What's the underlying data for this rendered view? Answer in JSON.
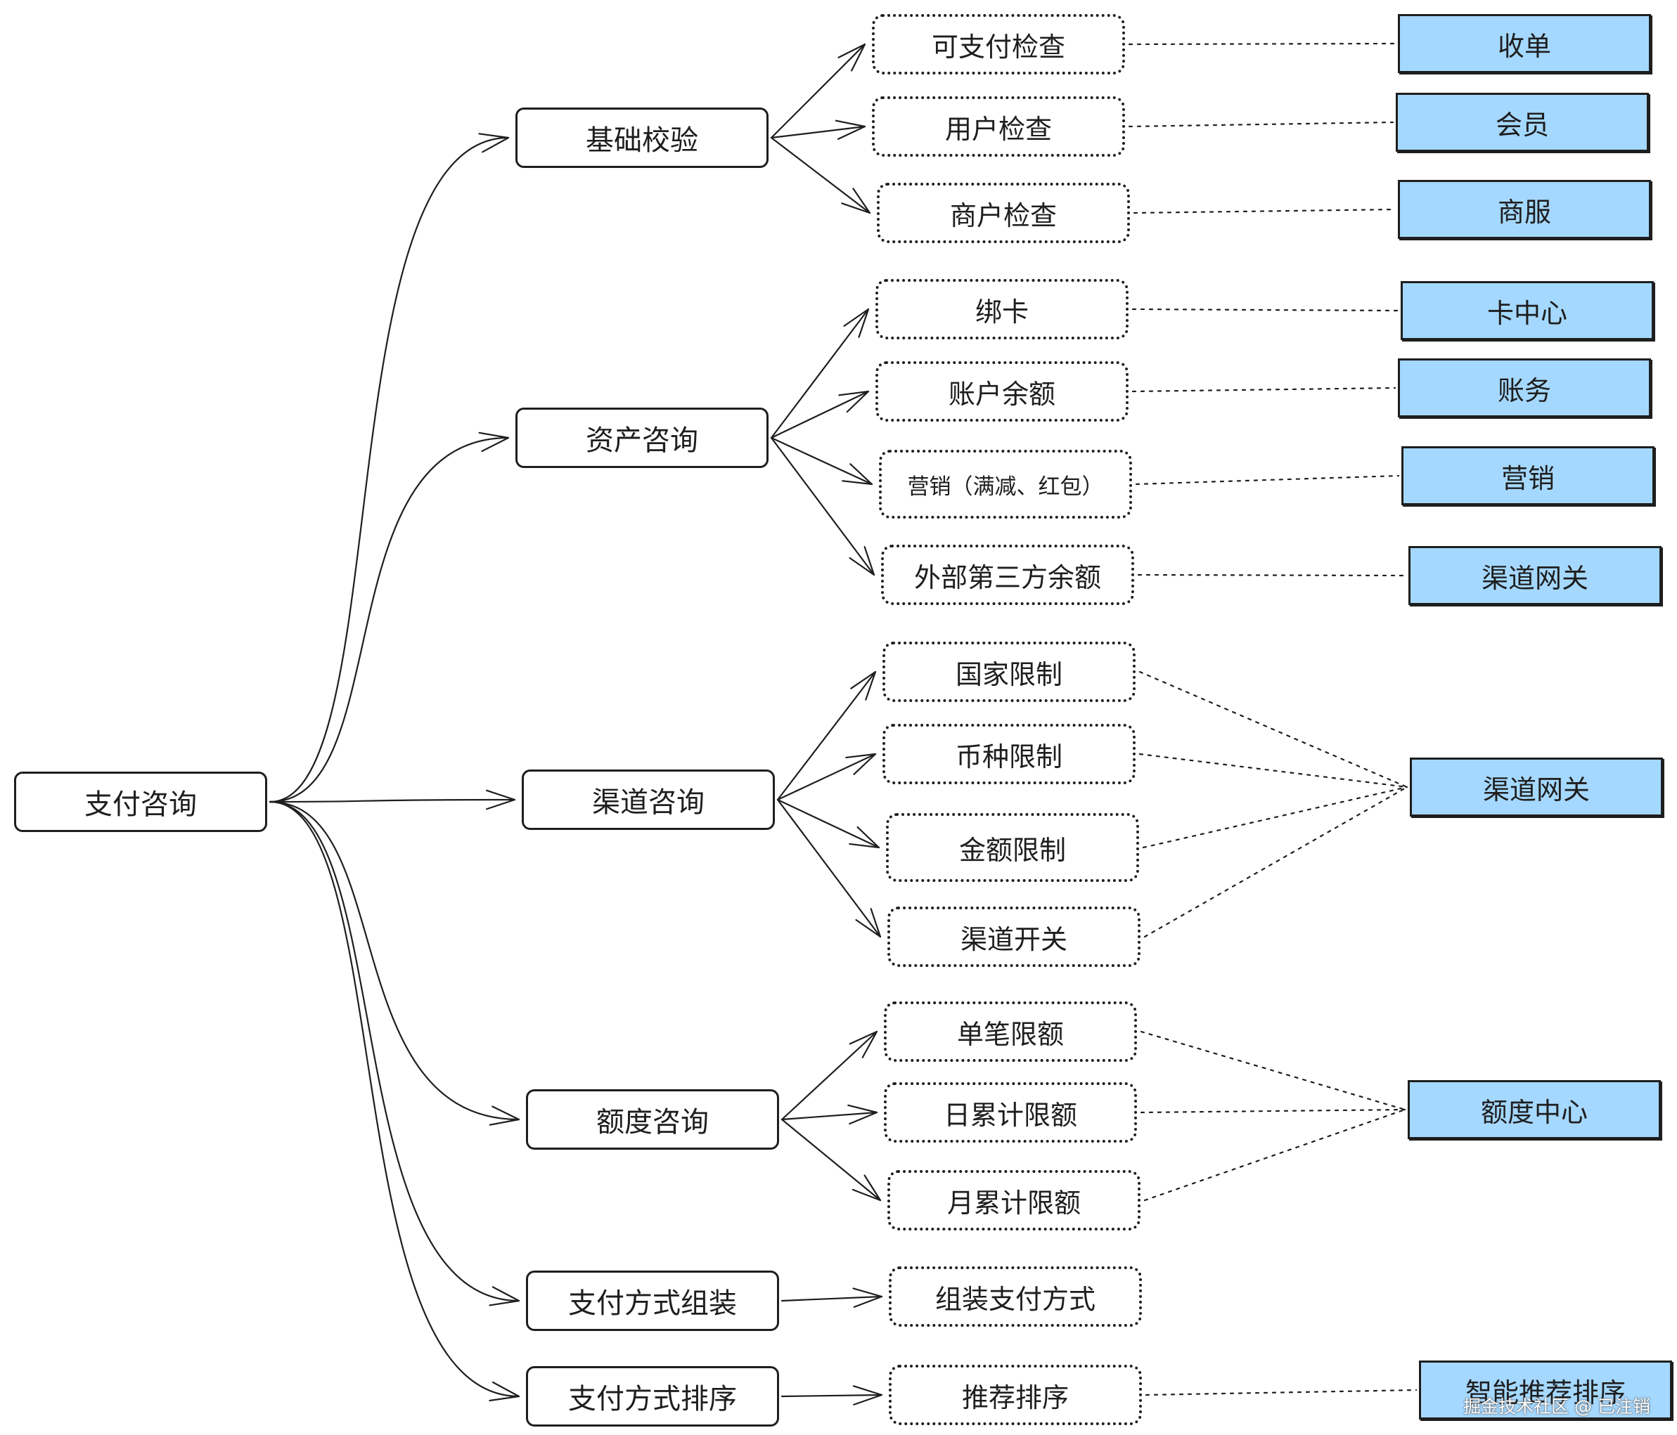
{
  "root": {
    "label": "支付咨询"
  },
  "categories": [
    {
      "id": "c1",
      "label": "基础校验"
    },
    {
      "id": "c2",
      "label": "资产咨询"
    },
    {
      "id": "c3",
      "label": "渠道咨询"
    },
    {
      "id": "c4",
      "label": "额度咨询"
    },
    {
      "id": "c5",
      "label": "支付方式组装"
    },
    {
      "id": "c6",
      "label": "支付方式排序"
    }
  ],
  "checks": [
    {
      "id": "k1",
      "label": "可支付检查"
    },
    {
      "id": "k2",
      "label": "用户检查"
    },
    {
      "id": "k3",
      "label": "商户检查"
    },
    {
      "id": "k4",
      "label": "绑卡"
    },
    {
      "id": "k5",
      "label": "账户余额"
    },
    {
      "id": "k6",
      "label": "营销（满减、红包）"
    },
    {
      "id": "k7",
      "label": "外部第三方余额"
    },
    {
      "id": "k8",
      "label": "国家限制"
    },
    {
      "id": "k9",
      "label": "币种限制"
    },
    {
      "id": "k10",
      "label": "金额限制"
    },
    {
      "id": "k11",
      "label": "渠道开关"
    },
    {
      "id": "k12",
      "label": "单笔限额"
    },
    {
      "id": "k13",
      "label": "日累计限额"
    },
    {
      "id": "k14",
      "label": "月累计限额"
    },
    {
      "id": "k15",
      "label": "组装支付方式"
    },
    {
      "id": "k16",
      "label": "推荐排序"
    }
  ],
  "systems": [
    {
      "id": "s1",
      "label": "收单"
    },
    {
      "id": "s2",
      "label": "会员"
    },
    {
      "id": "s3",
      "label": "商服"
    },
    {
      "id": "s4",
      "label": "卡中心"
    },
    {
      "id": "s5",
      "label": "账务"
    },
    {
      "id": "s6",
      "label": "营销"
    },
    {
      "id": "s7",
      "label": "渠道网关"
    },
    {
      "id": "s8",
      "label": "渠道网关"
    },
    {
      "id": "s9",
      "label": "额度中心"
    },
    {
      "id": "s10",
      "label": "智能推荐排序"
    }
  ],
  "edges": {
    "arrows": [
      [
        "root",
        "c1"
      ],
      [
        "root",
        "c2"
      ],
      [
        "root",
        "c3"
      ],
      [
        "root",
        "c4"
      ],
      [
        "root",
        "c5"
      ],
      [
        "root",
        "c6"
      ],
      [
        "c1",
        "k1"
      ],
      [
        "c1",
        "k2"
      ],
      [
        "c1",
        "k3"
      ],
      [
        "c2",
        "k4"
      ],
      [
        "c2",
        "k5"
      ],
      [
        "c2",
        "k6"
      ],
      [
        "c2",
        "k7"
      ],
      [
        "c3",
        "k8"
      ],
      [
        "c3",
        "k9"
      ],
      [
        "c3",
        "k10"
      ],
      [
        "c3",
        "k11"
      ],
      [
        "c4",
        "k12"
      ],
      [
        "c4",
        "k13"
      ],
      [
        "c4",
        "k14"
      ],
      [
        "c5",
        "k15"
      ],
      [
        "c6",
        "k16"
      ]
    ],
    "dotted": [
      [
        "k1",
        "s1"
      ],
      [
        "k2",
        "s2"
      ],
      [
        "k3",
        "s3"
      ],
      [
        "k4",
        "s4"
      ],
      [
        "k5",
        "s5"
      ],
      [
        "k6",
        "s6"
      ],
      [
        "k7",
        "s7"
      ],
      [
        "k8",
        "s8"
      ],
      [
        "k9",
        "s8"
      ],
      [
        "k10",
        "s8"
      ],
      [
        "k11",
        "s8"
      ],
      [
        "k12",
        "s9"
      ],
      [
        "k13",
        "s9"
      ],
      [
        "k14",
        "s9"
      ],
      [
        "k16",
        "s10"
      ]
    ]
  },
  "colors": {
    "system_fill": "#a5d8ff",
    "stroke": "#1e1e1e"
  },
  "watermark": "掘金技术社区 @ 已注销"
}
